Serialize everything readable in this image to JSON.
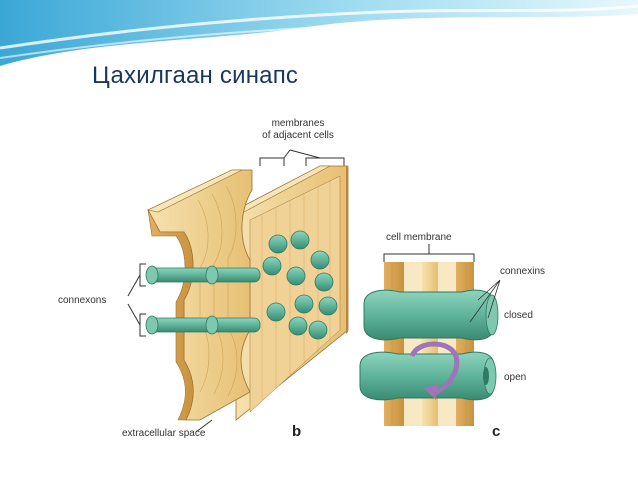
{
  "slide": {
    "title": "Цахилгаан синапс"
  },
  "figure": {
    "panel_b": {
      "letter": "b",
      "label_membranes_line1": "membranes",
      "label_membranes_line2": "of adjacent cells",
      "label_connexons": "connexons",
      "label_extracellular": "extracellular space"
    },
    "panel_c": {
      "letter": "c",
      "label_cell_membrane": "cell membrane",
      "label_connexins": "connexins",
      "label_closed": "closed",
      "label_open": "open"
    }
  },
  "colors": {
    "membrane_light": "#f3d8a0",
    "membrane_dark": "#d8a956",
    "connexon": "#5fb49a",
    "connexon_dark": "#2e7a64",
    "arrow": "#b58ac8",
    "title": "#17375e",
    "banner": "#5bc0de"
  }
}
